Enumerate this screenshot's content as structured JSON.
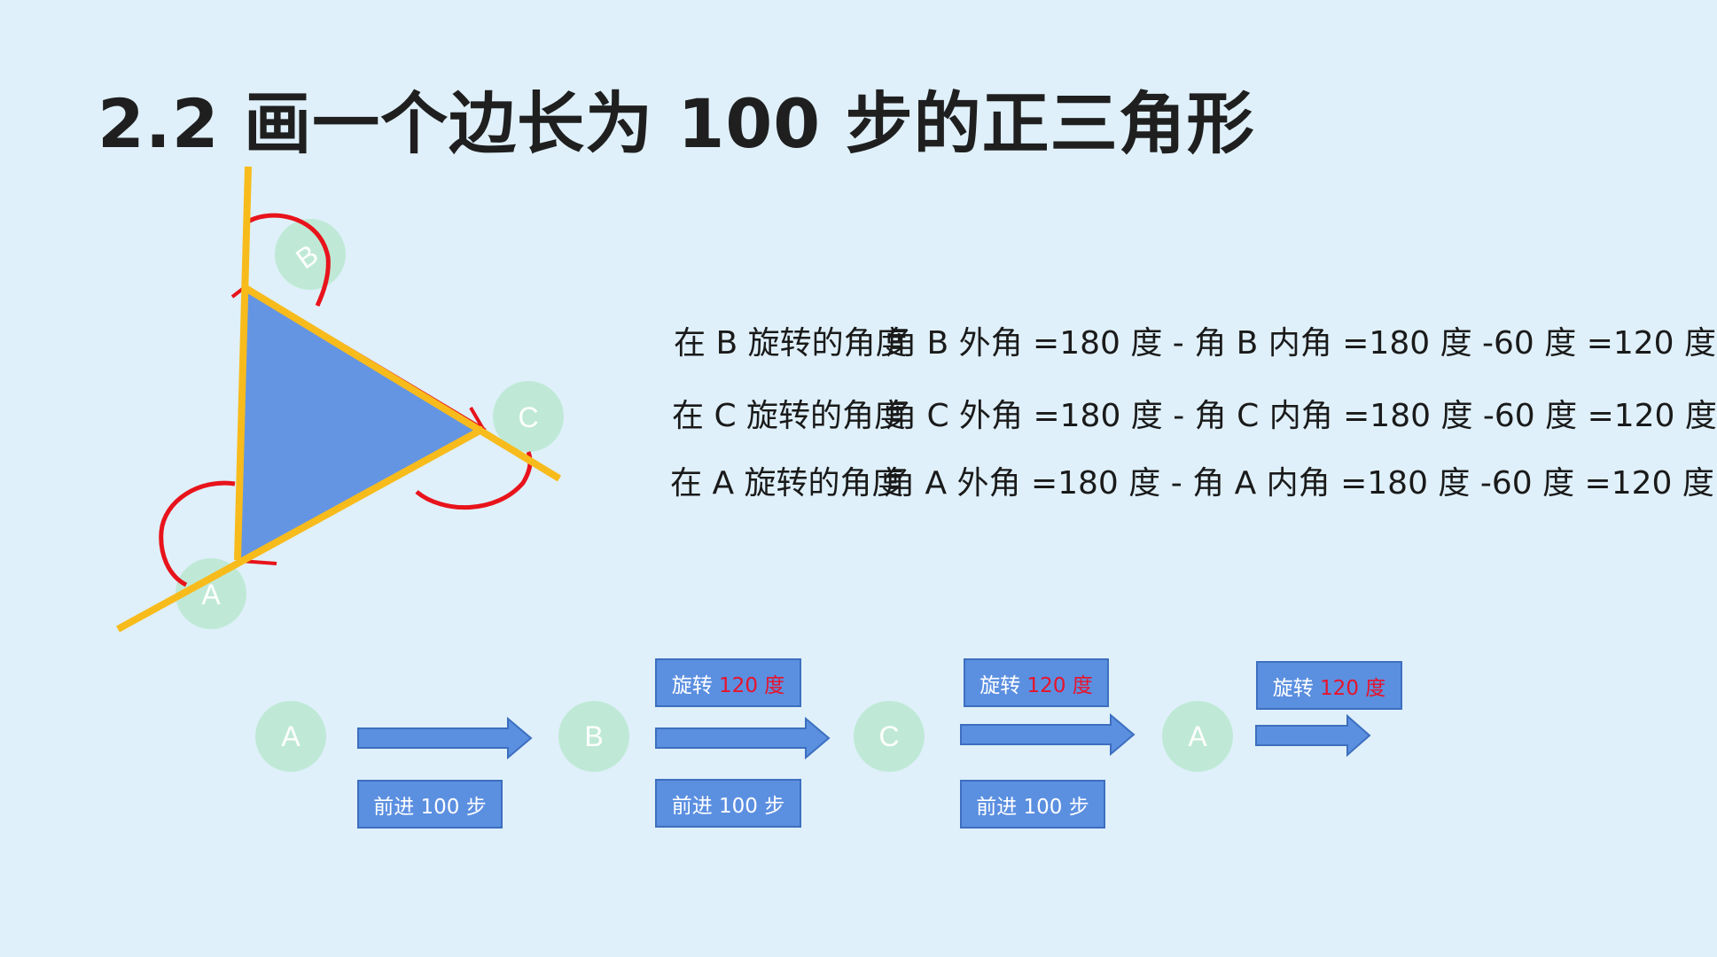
{
  "title": "2.2 画一个边长为 100 步的正三角形",
  "triangle": {
    "vertex_labels": {
      "a": "A",
      "b": "B",
      "c": "C"
    },
    "colors": {
      "fill": "#6495e2",
      "edges": "#f8bb1c",
      "angle_arcs": "#e8131b",
      "markers": "#bfe9d6"
    }
  },
  "equations": [
    {
      "prefix": "在 B 旋转的角度",
      "rest": "角 B 外角 =180 度 - 角 B 内角 =180 度 -60 度 =120 度"
    },
    {
      "prefix": "在 C 旋转的角度",
      "rest": "角 C 外角 =180 度 - 角 C 内角 =180 度 -60 度 =120 度"
    },
    {
      "prefix": "在 A 旋转的角度",
      "rest": "角 A 外角 =180 度 - 角 A 内角 =180 度 -60 度 =120 度"
    }
  ],
  "flow": {
    "nodes": [
      "A",
      "B",
      "C",
      "A"
    ],
    "forward_label": "前进 100 步",
    "turn_label_prefix": "旋转",
    "turn_label_value": "120 度",
    "colors": {
      "arrow": "#5b8fe0",
      "value_highlight": "#e8132b"
    }
  }
}
